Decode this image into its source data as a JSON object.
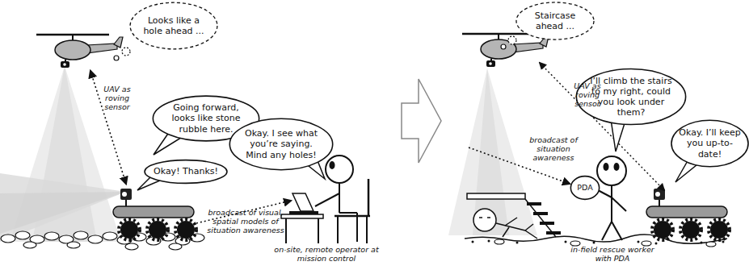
{
  "diagram": {
    "nodes": [
      {
        "text": [
          "Looks like a hole ahead ..."
        ]
      },
      {
        "text": [
          "Going forward, looks like stone rubble here."
        ]
      },
      {
        "text": [
          "Okay. I see what you’re saying. Mind any holes!"
        ]
      },
      {
        "text": [
          "Okay! Thanks!"
        ]
      },
      {
        "text": [
          "Staircase ahead ..."
        ]
      },
      {
        "text": [
          "I’ll climb the stairs to my right, could you look under them?"
        ]
      },
      {
        "text": [
          "Okay. I’ll keep you up-to-date!"
        ]
      },
      {
        "text": [
          "PDA"
        ]
      }
    ],
    "labels": [
      "UAV as roving sensor",
      "broadcast of visual, spatial models of situation awareness",
      "on-site, remote operator at mission control",
      "UAV as roving sensor",
      "broadcast of situation awareness",
      "in-field rescue worker with PDA"
    ]
  }
}
